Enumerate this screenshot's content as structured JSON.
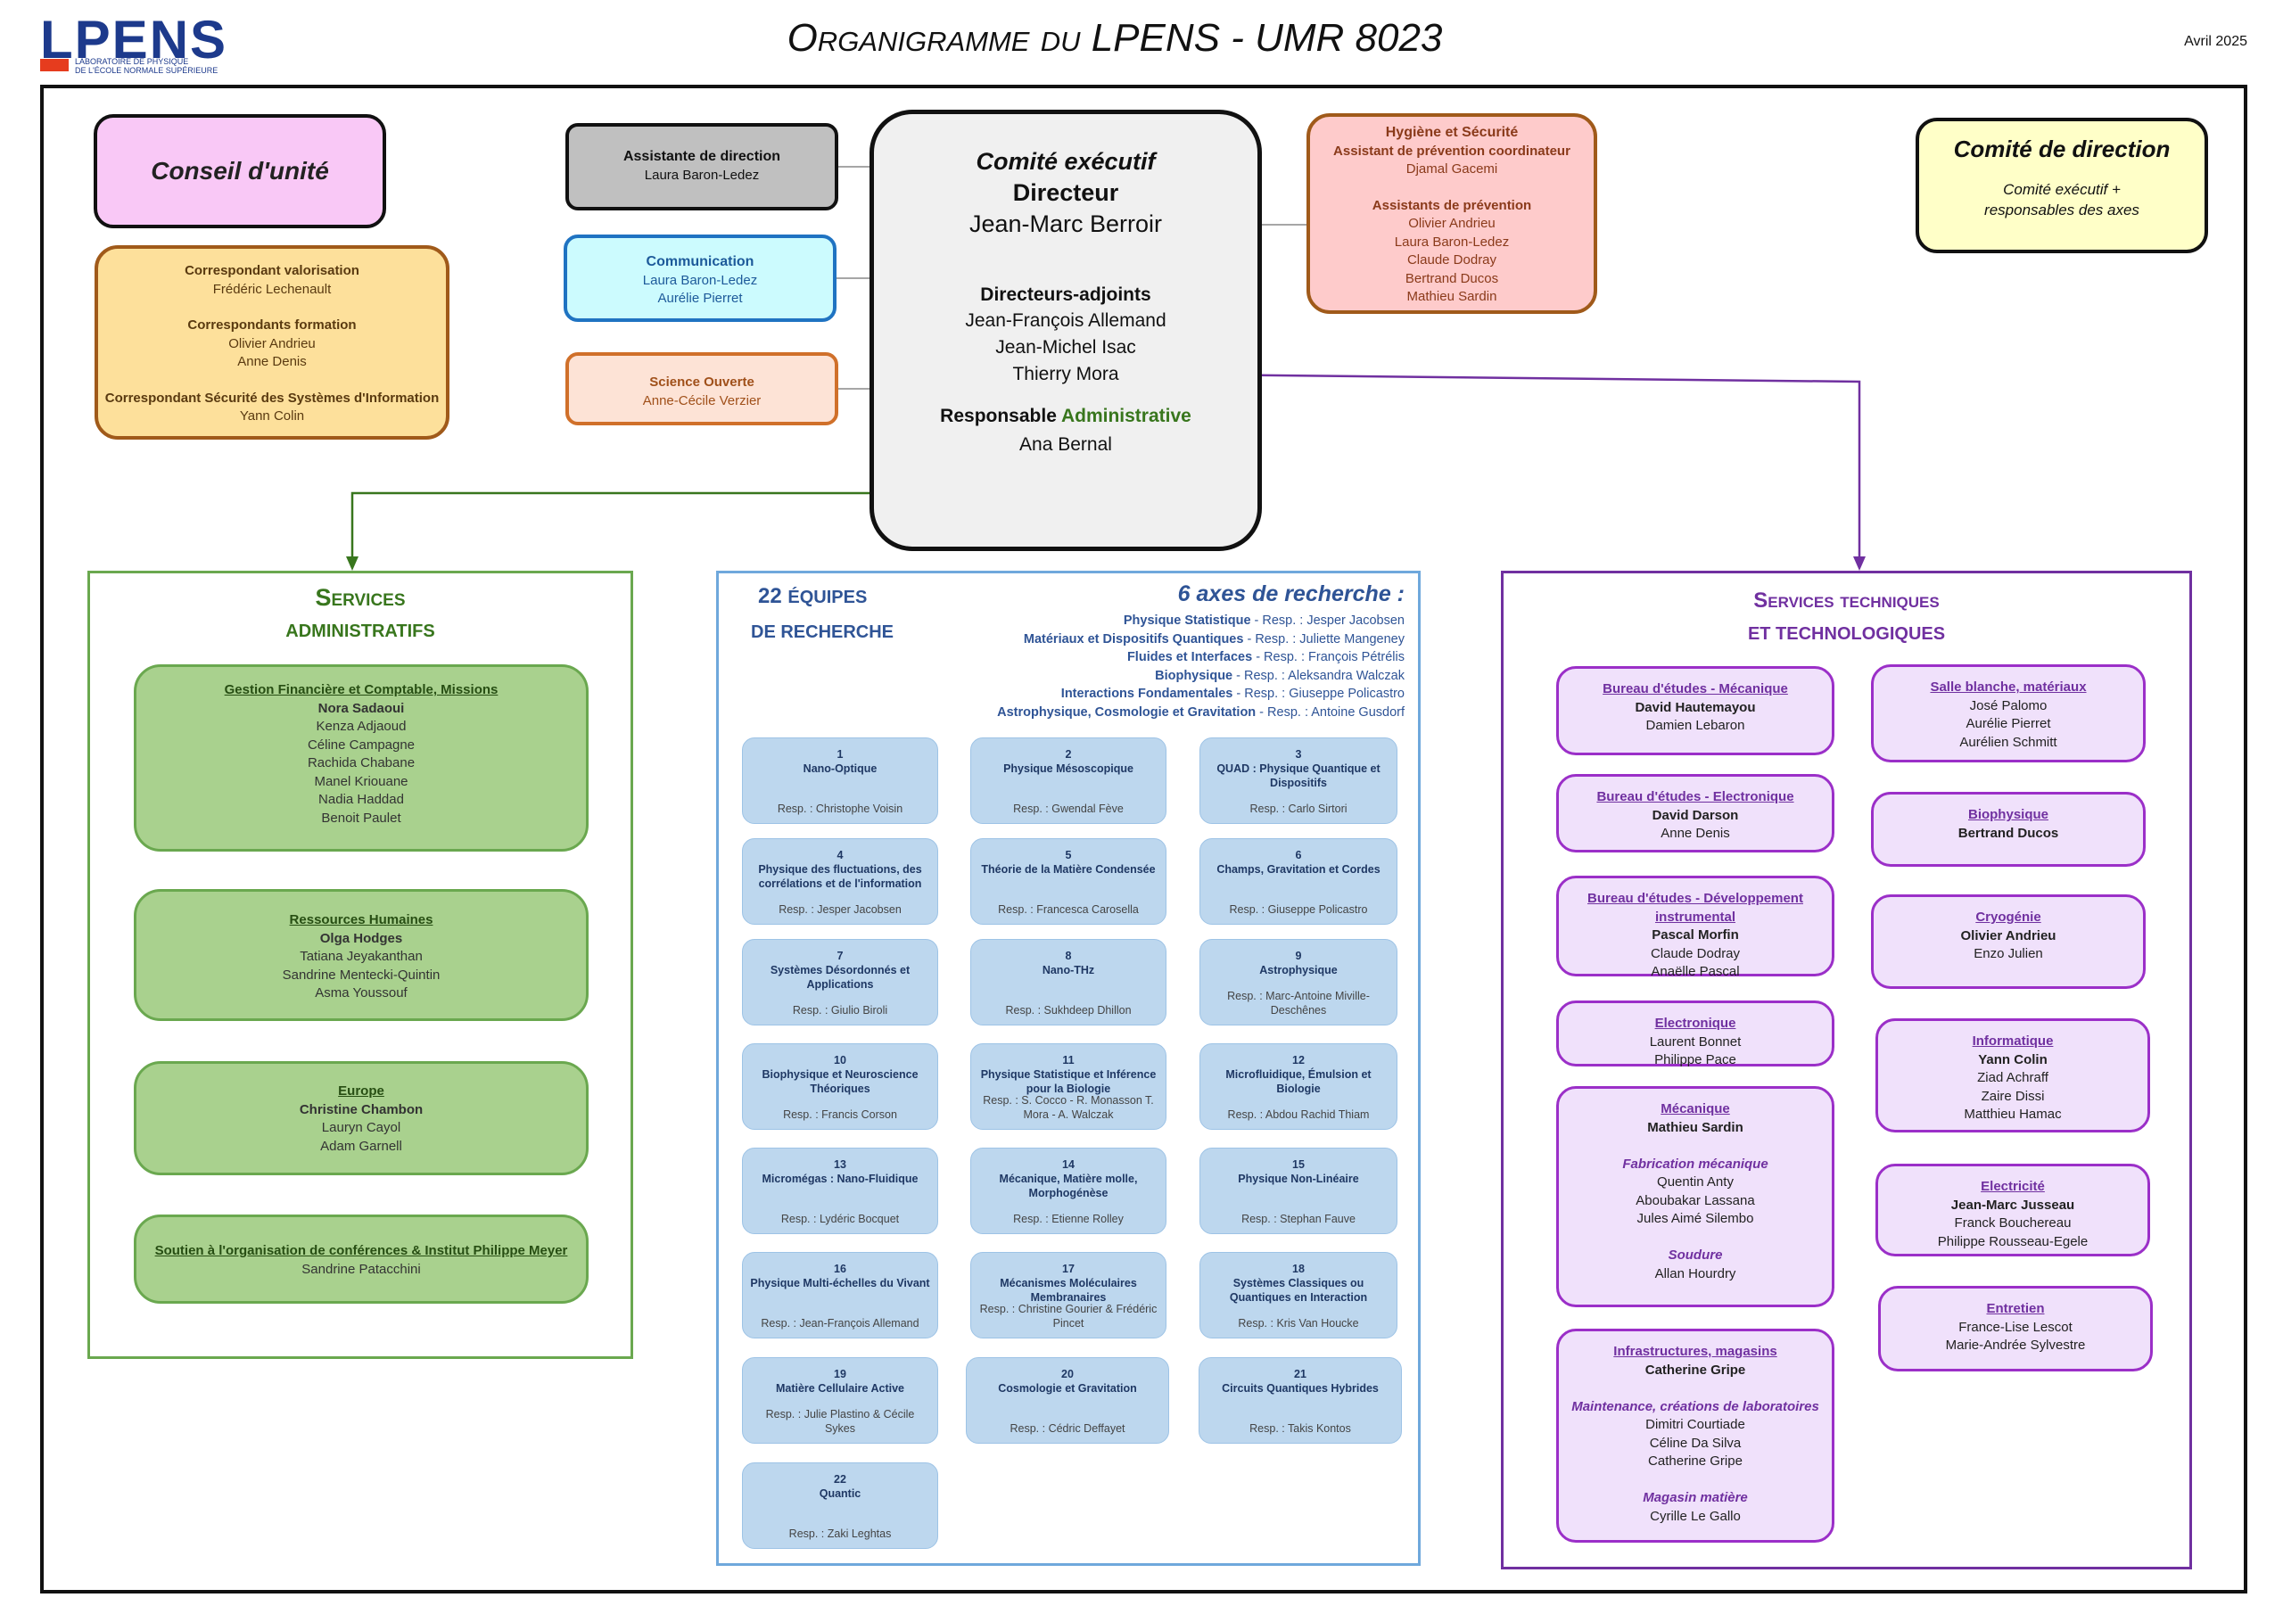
{
  "header": {
    "logo": "LPENS",
    "logo_sub1": "LABORATOIRE DE PHYSIQUE",
    "logo_sub2": "DE L'ÉCOLE NORMALE SUPÉRIEURE",
    "title": "Organigramme du LPENS - UMR 8023",
    "date": "Avril 2025"
  },
  "conseil": "Conseil d'unité",
  "correspondants": {
    "valorisation_title": "Correspondant valorisation",
    "valorisation_name": "Frédéric Lechenault",
    "formation_title": "Correspondants formation",
    "formation_names": [
      "Olivier Andrieu",
      "Anne Denis"
    ],
    "ssi_title": "Correspondant Sécurité des Systèmes d'Information",
    "ssi_name": "Yann Colin"
  },
  "assistante": {
    "title": "Assistante de direction",
    "name": "Laura Baron-Ledez"
  },
  "communication": {
    "title": "Communication",
    "names": [
      "Laura Baron-Ledez",
      "Aurélie Pierret"
    ]
  },
  "science_ouverte": {
    "title": "Science Ouverte",
    "name": "Anne-Cécile Verzier"
  },
  "comex": {
    "title": "Comité exécutif",
    "directeur_label": "Directeur",
    "directeur": "Jean-Marc Berroir",
    "adjoints_label": "Directeurs-adjoints",
    "adjoints": [
      "Jean-François Allemand",
      "Jean-Michel Isac",
      "Thierry Mora"
    ],
    "resp_label_a": "Responsable",
    "resp_label_b": "Administrative",
    "resp_name": "Ana Bernal"
  },
  "hygiene": {
    "title": "Hygiène et Sécurité",
    "coord_title": "Assistant de prévention coordinateur",
    "coord_name": "Djamal Gacemi",
    "assist_title": "Assistants de prévention",
    "assist_names": [
      "Olivier Andrieu",
      "Laura Baron-Ledez",
      "Claude Dodray",
      "Bertrand Ducos",
      "Mathieu Sardin"
    ]
  },
  "comite_direction": {
    "title": "Comité de direction",
    "line1": "Comité exécutif +",
    "line2": "responsables des axes"
  },
  "services_admin": {
    "title1": "Services",
    "title2": "administratifs",
    "boxes": [
      {
        "title": "Gestion Financière et Comptable, Missions",
        "lead": "Nora Sadaoui",
        "names": [
          "Kenza Adjaoud",
          "Céline Campagne",
          "Rachida Chabane",
          "Manel Kriouane",
          "Nadia Haddad",
          "Benoit Paulet"
        ]
      },
      {
        "title": "Ressources Humaines",
        "lead": "Olga Hodges",
        "names": [
          "Tatiana Jeyakanthan",
          "Sandrine Mentecki-Quintin",
          "Asma Youssouf"
        ]
      },
      {
        "title": "Europe",
        "lead": "Christine Chambon",
        "names": [
          "Lauryn Cayol",
          "Adam Garnell"
        ]
      },
      {
        "title": "Soutien à l'organisation de conférences & Institut Philippe Meyer",
        "lead": "",
        "names": [
          "Sandrine Patacchini"
        ]
      }
    ]
  },
  "recherche": {
    "title_num": "22",
    "title1": "équipes",
    "title2": "de recherche",
    "axes_title": "6 axes de recherche :",
    "axes": [
      {
        "name": "Physique Statistique",
        "resp": " - Resp. : Jesper Jacobsen"
      },
      {
        "name": "Matériaux et Dispositifs Quantiques",
        "resp": " - Resp. : Juliette Mangeney"
      },
      {
        "name": "Fluides et Interfaces",
        "resp": " - Resp. : François Pétrélis"
      },
      {
        "name": "Biophysique",
        "resp": " - Resp. : Aleksandra Walczak"
      },
      {
        "name": "Interactions Fondamentales",
        "resp": " - Resp. : Giuseppe Policastro"
      },
      {
        "name": "Astrophysique, Cosmologie et Gravitation",
        "resp": " - Resp. : Antoine Gusdorf"
      }
    ],
    "teams": [
      {
        "num": "1",
        "name": "Nano-Optique",
        "resp": "Resp. : Christophe Voisin"
      },
      {
        "num": "2",
        "name": "Physique Mésoscopique",
        "resp": "Resp. : Gwendal Fève"
      },
      {
        "num": "3",
        "name": "QUAD : Physique Quantique et Dispositifs",
        "resp": "Resp. : Carlo Sirtori"
      },
      {
        "num": "4",
        "name": "Physique des fluctuations, des corrélations et de l'information",
        "resp": "Resp. : Jesper Jacobsen"
      },
      {
        "num": "5",
        "name": "Théorie de la Matière Condensée",
        "resp": "Resp. : Francesca Carosella"
      },
      {
        "num": "6",
        "name": "Champs, Gravitation et Cordes",
        "resp": "Resp. : Giuseppe Policastro"
      },
      {
        "num": "7",
        "name": "Systèmes Désordonnés et Applications",
        "resp": "Resp. : Giulio Biroli"
      },
      {
        "num": "8",
        "name": "Nano-THz",
        "resp": "Resp. : Sukhdeep Dhillon"
      },
      {
        "num": "9",
        "name": "Astrophysique",
        "resp": "Resp. : Marc-Antoine Miville-Deschênes"
      },
      {
        "num": "10",
        "name": "Biophysique et Neuroscience Théoriques",
        "resp": "Resp. : Francis Corson"
      },
      {
        "num": "11",
        "name": "Physique Statistique et Inférence pour la Biologie",
        "resp": "Resp. : S. Cocco - R. Monasson T. Mora - A. Walczak"
      },
      {
        "num": "12",
        "name": "Microfluidique, Émulsion et Biologie",
        "resp": "Resp. : Abdou Rachid Thiam"
      },
      {
        "num": "13",
        "name": "Micromégas : Nano-Fluidique",
        "resp": "Resp. : Lydéric Bocquet"
      },
      {
        "num": "14",
        "name": "Mécanique, Matière molle, Morphogénèse",
        "resp": "Resp. : Etienne Rolley"
      },
      {
        "num": "15",
        "name": "Physique Non-Linéaire",
        "resp": "Resp. : Stephan Fauve"
      },
      {
        "num": "16",
        "name": "Physique Multi-échelles du Vivant",
        "resp": "Resp. : Jean-François Allemand"
      },
      {
        "num": "17",
        "name": "Mécanismes Moléculaires Membranaires",
        "resp": "Resp. : Christine Gourier & Frédéric Pincet"
      },
      {
        "num": "18",
        "name": "Systèmes Classiques ou Quantiques en Interaction",
        "resp": "Resp. : Kris Van Houcke"
      },
      {
        "num": "19",
        "name": "Matière Cellulaire Active",
        "resp": "Resp. : Julie Plastino & Cécile Sykes"
      },
      {
        "num": "20",
        "name": "Cosmologie et Gravitation",
        "resp": "Resp. : Cédric Deffayet"
      },
      {
        "num": "21",
        "name": "Circuits Quantiques Hybrides",
        "resp": "Resp. : Takis Kontos"
      },
      {
        "num": "22",
        "name": "Quantic",
        "resp": "Resp. : Zaki Leghtas"
      }
    ]
  },
  "services_tech": {
    "title1": "Services techniques",
    "title2": "et technologiques",
    "left": [
      {
        "title": "Bureau d'études - Mécanique",
        "lead": "David Hautemayou",
        "lines": [
          {
            "t": "Damien Lebaron",
            "s": "n"
          }
        ]
      },
      {
        "title": "Bureau d'études - Electronique",
        "lead": "David Darson",
        "lines": [
          {
            "t": "Anne Denis",
            "s": "n"
          }
        ]
      },
      {
        "title": "Bureau d'études - Développement instrumental",
        "lead": "Pascal Morfin",
        "lines": [
          {
            "t": "Claude Dodray",
            "s": "n"
          },
          {
            "t": "Anaëlle Pascal",
            "s": "n"
          }
        ]
      },
      {
        "title": "Electronique",
        "lead": "",
        "lines": [
          {
            "t": "Laurent Bonnet",
            "s": "n"
          },
          {
            "t": "Philippe Pace",
            "s": "n"
          }
        ]
      },
      {
        "title": "Mécanique",
        "lead": "Mathieu Sardin",
        "lines": [
          {
            "t": "",
            "s": "n"
          },
          {
            "t": "Fabrication mécanique",
            "s": "i"
          },
          {
            "t": "Quentin Anty",
            "s": "n"
          },
          {
            "t": "Aboubakar Lassana",
            "s": "n"
          },
          {
            "t": "Jules Aimé Silembo",
            "s": "n"
          },
          {
            "t": "",
            "s": "n"
          },
          {
            "t": "Soudure",
            "s": "i"
          },
          {
            "t": "Allan Hourdry",
            "s": "n"
          }
        ]
      },
      {
        "title": "Infrastructures, magasins",
        "lead": "Catherine Gripe",
        "lines": [
          {
            "t": "",
            "s": "n"
          },
          {
            "t": "Maintenance, créations de laboratoires",
            "s": "i"
          },
          {
            "t": "Dimitri Courtiade",
            "s": "n"
          },
          {
            "t": "Céline Da Silva",
            "s": "n"
          },
          {
            "t": "Catherine Gripe",
            "s": "n"
          },
          {
            "t": "",
            "s": "n"
          },
          {
            "t": "Magasin matière",
            "s": "i"
          },
          {
            "t": "Cyrille Le Gallo",
            "s": "n"
          }
        ]
      }
    ],
    "right": [
      {
        "title": "Salle blanche, matériaux",
        "lead": "",
        "lines": [
          {
            "t": "José Palomo",
            "s": "n"
          },
          {
            "t": "Aurélie Pierret",
            "s": "n"
          },
          {
            "t": "Aurélien Schmitt",
            "s": "n"
          }
        ]
      },
      {
        "title": "Biophysique",
        "lead": "Bertrand Ducos",
        "lines": []
      },
      {
        "title": "Cryogénie",
        "lead": "Olivier Andrieu",
        "lines": [
          {
            "t": "Enzo Julien",
            "s": "n"
          }
        ]
      },
      {
        "title": "Informatique",
        "lead": "Yann Colin",
        "lines": [
          {
            "t": "Ziad Achraff",
            "s": "n"
          },
          {
            "t": "Zaire Dissi",
            "s": "n"
          },
          {
            "t": "Matthieu Hamac",
            "s": "n"
          }
        ]
      },
      {
        "title": "Electricité",
        "lead": "Jean-Marc Jusseau",
        "lines": [
          {
            "t": "Franck Bouchereau",
            "s": "n"
          },
          {
            "t": "Philippe Rousseau-Egele",
            "s": "n"
          }
        ]
      },
      {
        "title": "Entretien",
        "lead": "",
        "lines": [
          {
            "t": "France-Lise Lescot",
            "s": "n"
          },
          {
            "t": "Marie-Andrée Sylvestre",
            "s": "n"
          }
        ]
      }
    ]
  },
  "colors": {
    "admin_green": "#6aa84f",
    "research_blue": "#6fa8dc",
    "tech_purple": "#7030a0"
  }
}
